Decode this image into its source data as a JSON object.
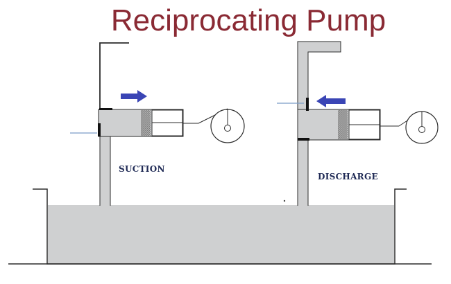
{
  "title": "Reciprocating Pump",
  "labels": {
    "suction": "SUCTION",
    "discharge": "DISCHARGE"
  },
  "colors": {
    "title": "#8a2a34",
    "fill": "#cfd0d1",
    "stroke": "#2b2b2b",
    "arrow": "#3a45b5",
    "label": "#1f2a55",
    "piston": "#9a9a9a"
  },
  "icons": {
    "flow_direction": "arrow-right-icon / arrow-left-icon",
    "crank": "crank-wheel-icon"
  }
}
